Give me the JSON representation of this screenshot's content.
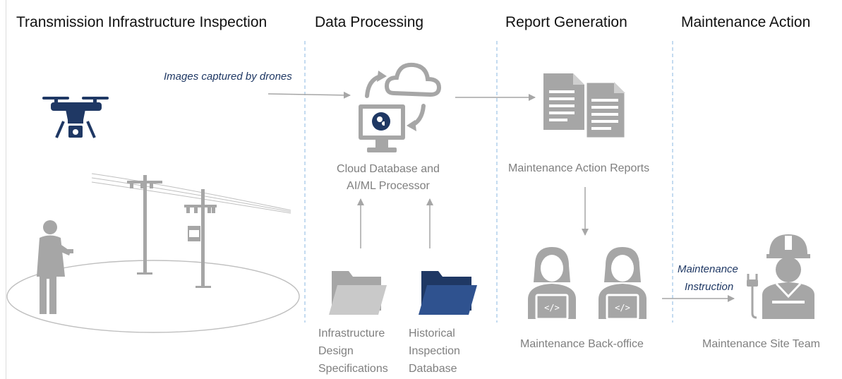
{
  "sections": {
    "inspection": "Transmission Infrastructure Inspection",
    "processing": "Data Processing",
    "report": "Report Generation",
    "maintenance": "Maintenance Action"
  },
  "labels": {
    "images_captured": "Images captured by drones",
    "cloud_line1": "Cloud Database and",
    "cloud_line2": "AI/ML Processor",
    "reports": "Maintenance Action Reports",
    "infra_line1": "Infrastructure",
    "infra_line2": "Design",
    "infra_line3": "Specifications",
    "hist_line1": "Historical",
    "hist_line2": "Inspection",
    "hist_line3": "Database",
    "backoffice": "Maintenance Back-office",
    "instruction_line1": "Maintenance",
    "instruction_line2": "Instruction",
    "site_team": "Maintenance Site Team"
  },
  "icons": [
    "drone-icon",
    "power-poles-icon",
    "operator-silhouette-icon",
    "cloud-sync-icon",
    "monitor-ai-icon",
    "documents-icon",
    "folder-icon",
    "engineer-icon",
    "site-worker-icon"
  ],
  "colors": {
    "gray": "#a6a6a6",
    "navy": "#1f3864",
    "divider": "#9dc3e6"
  }
}
